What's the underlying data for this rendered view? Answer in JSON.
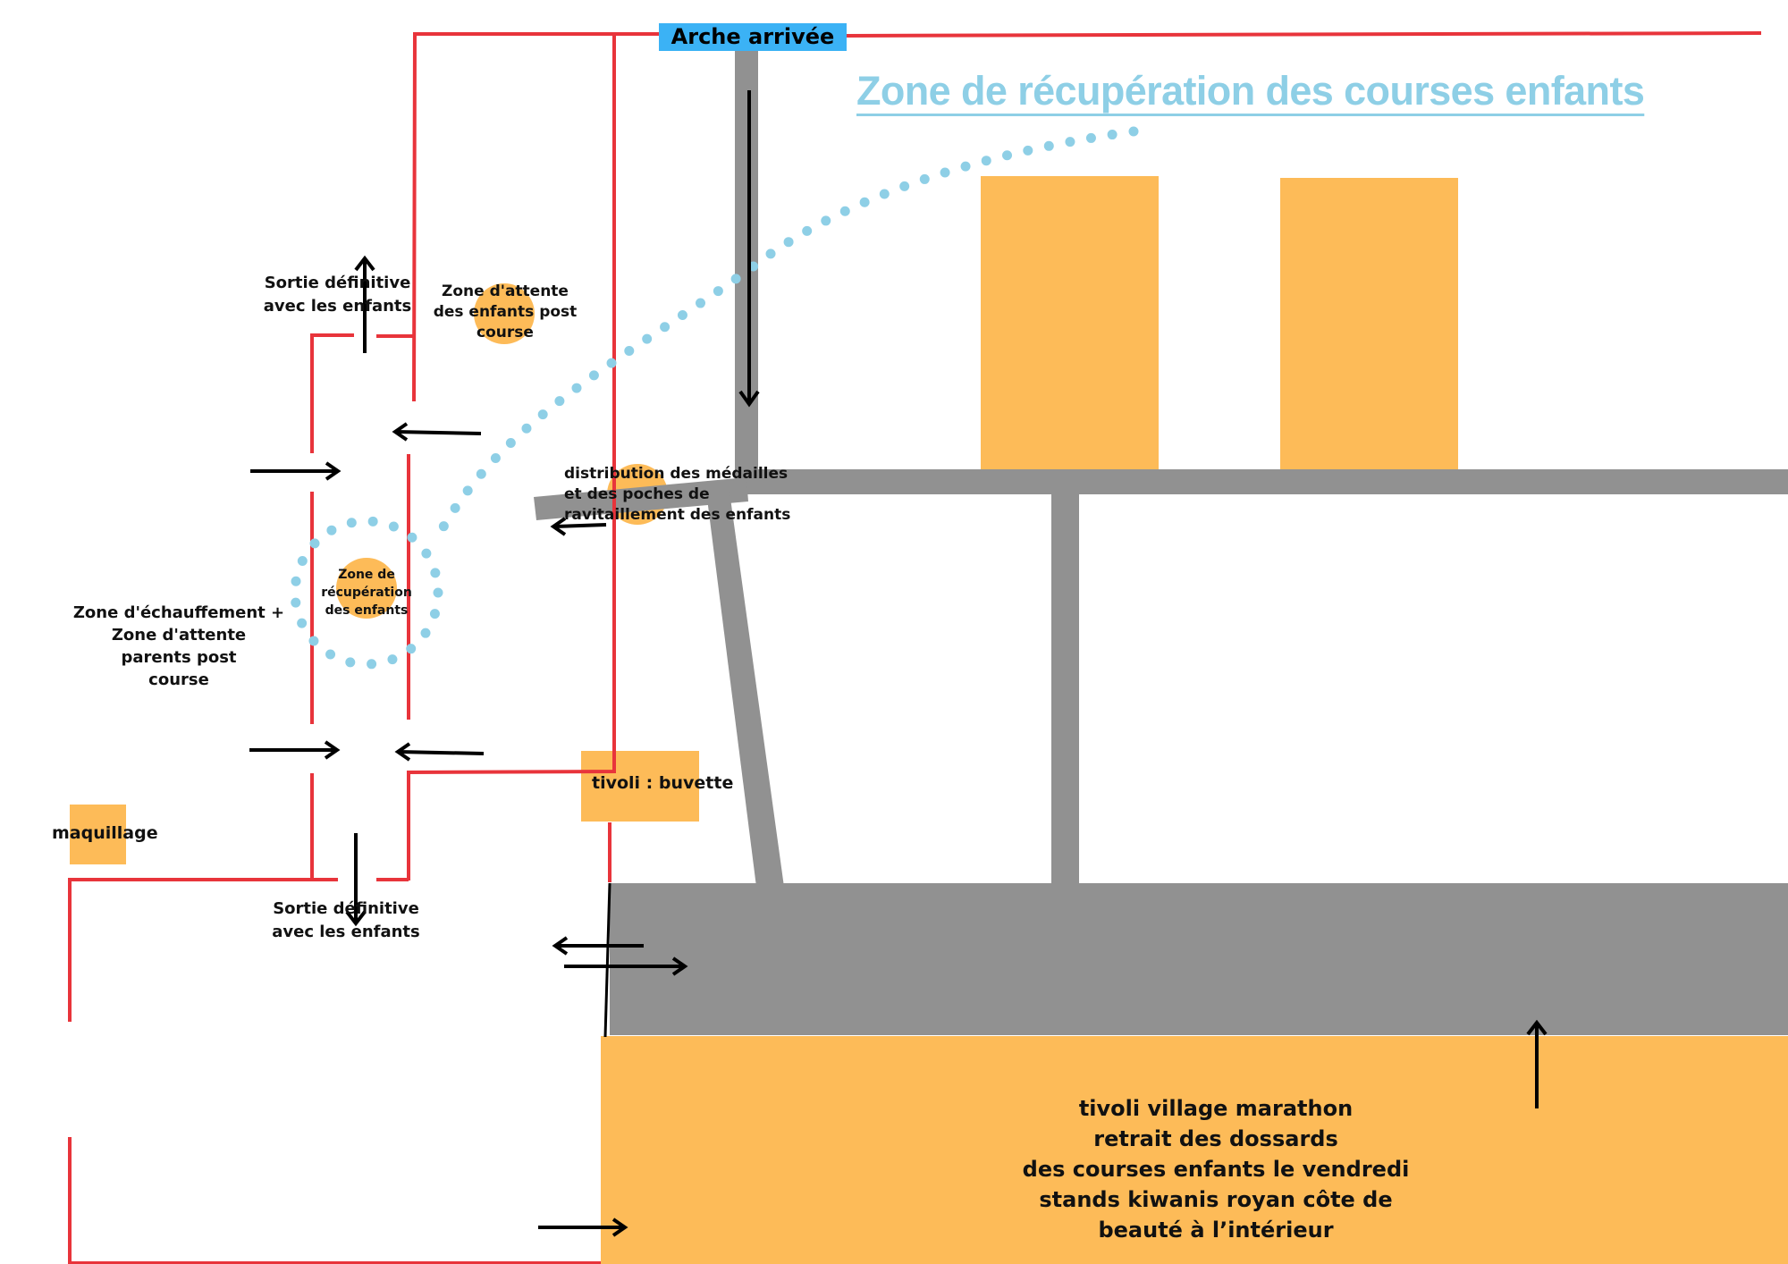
{
  "colors": {
    "barrier": "#e8343b",
    "path": "#919191",
    "zone": "#fdbb58",
    "arch_bg": "#3bb2f5",
    "title": "#8ecfe6",
    "dots": "#8ecfe6",
    "arrow": "#000000"
  },
  "icons": {
    "arrow": "arrow-icon",
    "dotted_path": "dotted-path"
  },
  "title": "Zone de récupération des courses enfants",
  "arch": "Arche arrivée",
  "labels": {
    "sortie_top": "Sortie définitive\navec les enfants",
    "zone_attente_enfants": "Zone d'attente\ndes enfants post\ncourse",
    "distribution": "distribution des médailles\net des poches de\nravitaillement des enfants",
    "zone_recuperation": "Zone de\nrécupération\ndes enfants",
    "echauffement": "Zone d'échauffement +\nZone d'attente\nparents post\ncourse",
    "tivoli_buvette": "tivoli : buvette",
    "maquillage": "maquillage",
    "sortie_bottom": "Sortie définitive\navec les enfants",
    "village": "tivoli village marathon\nretrait des dossards\ndes courses enfants le vendredi\nstands kiwanis royan côte de\nbeauté à l’intérieur"
  }
}
